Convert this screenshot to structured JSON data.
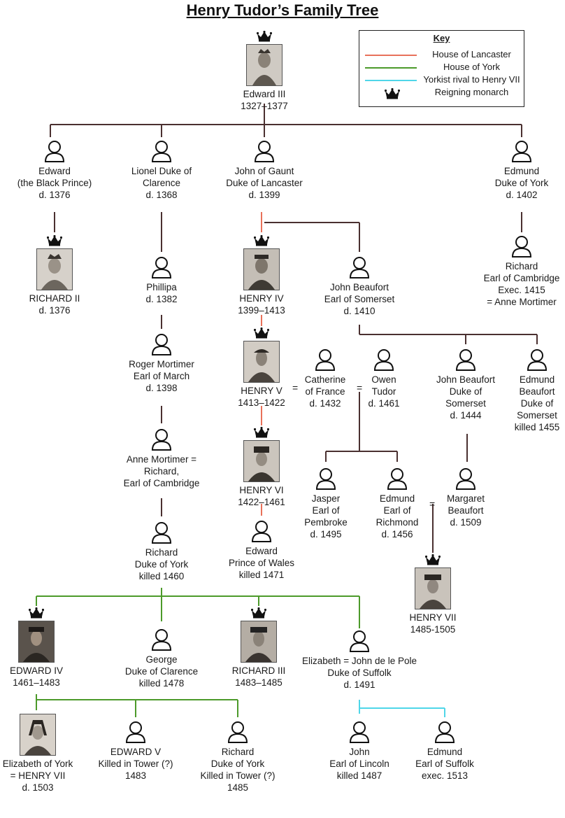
{
  "title": "Henry Tudor’s Family Tree",
  "colors": {
    "lancaster": "#e8715a",
    "york": "#4c9a2a",
    "rival": "#4fd6e8",
    "line": "#4a3030"
  },
  "key": {
    "title": "Key",
    "items": [
      {
        "label": "House of Lancaster",
        "color": "#e8715a"
      },
      {
        "label": "House of York",
        "color": "#4c9a2a"
      },
      {
        "label": "Yorkist rival to Henry VII",
        "color": "#4fd6e8"
      },
      {
        "label": "Reigning monarch",
        "icon": "crown-icon"
      }
    ]
  },
  "people": {
    "edward3": "Edward III\n1327–1377",
    "black_prince": "Edward\n(the Black Prince)\nd. 1376",
    "lionel": "Lionel Duke of\nClarence\nd. 1368",
    "gaunt": "John of Gaunt\nDuke of Lancaster\nd. 1399",
    "edmund_york": "Edmund\nDuke of York\nd. 1402",
    "richard2": "RICHARD II\nd. 1376",
    "phillipa": "Phillipa\nd. 1382",
    "henry4": "HENRY IV\n1399–1413",
    "john_beaufort": "John Beaufort\nEarl of Somerset\nd. 1410",
    "richard_cambridge": "Richard\nEarl of Cambridge\nExec. 1415\n= Anne Mortimer",
    "roger_mortimer": "Roger Mortimer\nEarl of March\nd. 1398",
    "henry5": "HENRY V\n1413–1422",
    "catherine": "Catherine\nof France\nd. 1432",
    "owen": "Owen\nTudor\nd. 1461",
    "john_beaufort_duke": "John Beaufort\nDuke of\nSomerset\nd. 1444",
    "edmund_beaufort": "Edmund\nBeaufort\nDuke of\nSomerset\nkilled 1455",
    "anne_mortimer": "Anne Mortimer =\nRichard,\nEarl of Cambridge",
    "henry6": "HENRY VI\n1422–1461",
    "jasper": "Jasper\nEarl of\nPembroke\nd. 1495",
    "edmund_richmond": "Edmund\nEarl of\nRichmond\nd. 1456",
    "margaret": "Margaret\nBeaufort\nd. 1509",
    "richard_york": "Richard\nDuke of York\nkilled 1460",
    "edward_prince": "Edward\nPrince of Wales\nkilled 1471",
    "henry7": "HENRY VII\n1485-1505",
    "edward4": "EDWARD IV\n1461–1483",
    "george": "George\nDuke of Clarence\nkilled 1478",
    "richard3": "RICHARD III\n1483–1485",
    "elizabeth_pole": "Elizabeth = John de le Pole\nDuke of Suffolk\nd. 1491",
    "elizabeth_york": "Elizabeth of York\n= HENRY VII\nd. 1503",
    "edward5": "EDWARD V\nKilled in Tower (?)\n1483",
    "richard_tower": "Richard\nDuke of York\nKilled in Tower (?)\n1485",
    "john_lincoln": "John\nEarl of Lincoln\nkilled 1487",
    "edmund_suffolk": "Edmund\nEarl of Suffolk\nexec. 1513"
  },
  "equals": {
    "eq1": "=",
    "eq2": "=",
    "eq3": "="
  }
}
